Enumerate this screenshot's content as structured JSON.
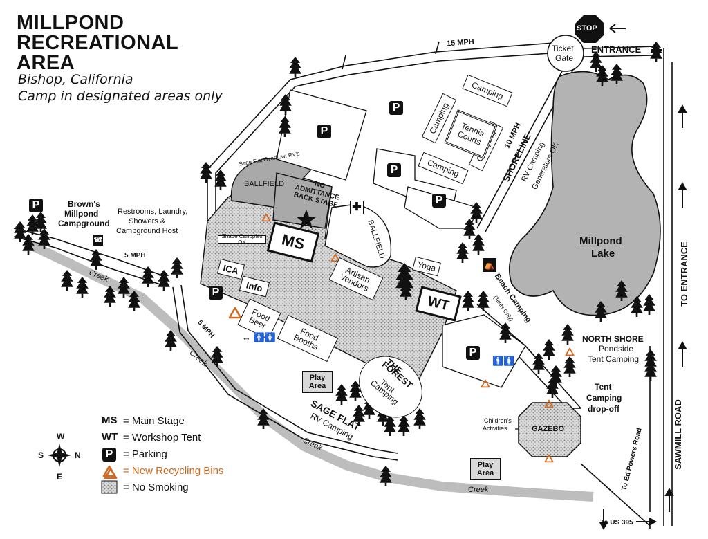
{
  "title": {
    "line1": "MILLPOND",
    "line2": "RECREATIONAL",
    "line3": "AREA",
    "location": "Bishop, California",
    "note": "Camp in designated areas only"
  },
  "colors": {
    "recycling": "#d2691e",
    "no_smoking": "#cfcfcf",
    "lake": "#b3b3b3",
    "road_gray": "#bdbdbd"
  },
  "signs": {
    "stop": "STOP",
    "entrance": "ENTRANCE",
    "ticket_gate_1": "Ticket",
    "ticket_gate_2": "Gate",
    "speed_15": "15 MPH",
    "speed_10": "10 MPH",
    "speed_5a": "5 MPH",
    "speed_5b": "5 MPH"
  },
  "roads": {
    "to_entrance": "TO ENTRANCE",
    "sawmill": "SAWMILL ROAD",
    "ed_powers": "To Ed Powers Road",
    "us395": "To US 395",
    "creek": "Creek"
  },
  "lake": {
    "line1": "Millpond",
    "line2": "Lake"
  },
  "shoreline": {
    "line1": "SHORELINE",
    "line2": "RV Camping",
    "line3": "Generators OK"
  },
  "areas": {
    "camping": "Camping",
    "tennis_1": "Tennis",
    "tennis_2": "Courts",
    "ballfield": "BALLFIELD",
    "overflow": "Sage Flat Overflow: RV's",
    "no_admit_1": "NO",
    "no_admit_2": "ADMITTANCE",
    "no_admit_3": "BACK STAGE",
    "ms": "MS",
    "wt": "WT",
    "ica": "ICA",
    "info": "Info",
    "yoga": "Yoga",
    "artisan_1": "Artisan",
    "artisan_2": "Vendors",
    "food_beer_1": "Food",
    "food_beer_2": "Beer",
    "food_booths_1": "Food",
    "food_booths_2": "Booths",
    "shade": "Shade Canopies OK",
    "forest_1": "THE",
    "forest_2": "FOREST",
    "forest_3": "Tent",
    "forest_4": "Camping",
    "play_1": "Play",
    "play_2": "Area",
    "sage_flat_1": "SAGE FLAT",
    "sage_flat_2": "RV Camping",
    "browns_1": "Brown's",
    "browns_2": "Millpond",
    "browns_3": "Campground",
    "restrooms_1": "Restrooms, Laundry,",
    "restrooms_2": "Showers &",
    "restrooms_3": "Campground Host",
    "beach_1": "Beach Camping",
    "beach_2": "(Tents Only)",
    "north_shore_1": "NORTH SHORE",
    "north_shore_2": "Pondside",
    "north_shore_3": "Tent Camping",
    "tent_dropoff_1": "Tent",
    "tent_dropoff_2": "Camping",
    "tent_dropoff_3": "drop-off",
    "gazebo": "GAZEBO",
    "childrens_1": "Children's",
    "childrens_2": "Activities",
    "parking": "P"
  },
  "compass": {
    "w": "W",
    "e": "E",
    "n": "N",
    "s": "S"
  },
  "legend": [
    {
      "code": "MS",
      "label": "= Main Stage"
    },
    {
      "code": "WT",
      "label": "= Workshop Tent"
    },
    {
      "code": "P",
      "label": "= Parking"
    },
    {
      "code": "recycle",
      "label": "= New Recycling Bins"
    },
    {
      "code": "nosmoke",
      "label": "= No Smoking"
    }
  ]
}
